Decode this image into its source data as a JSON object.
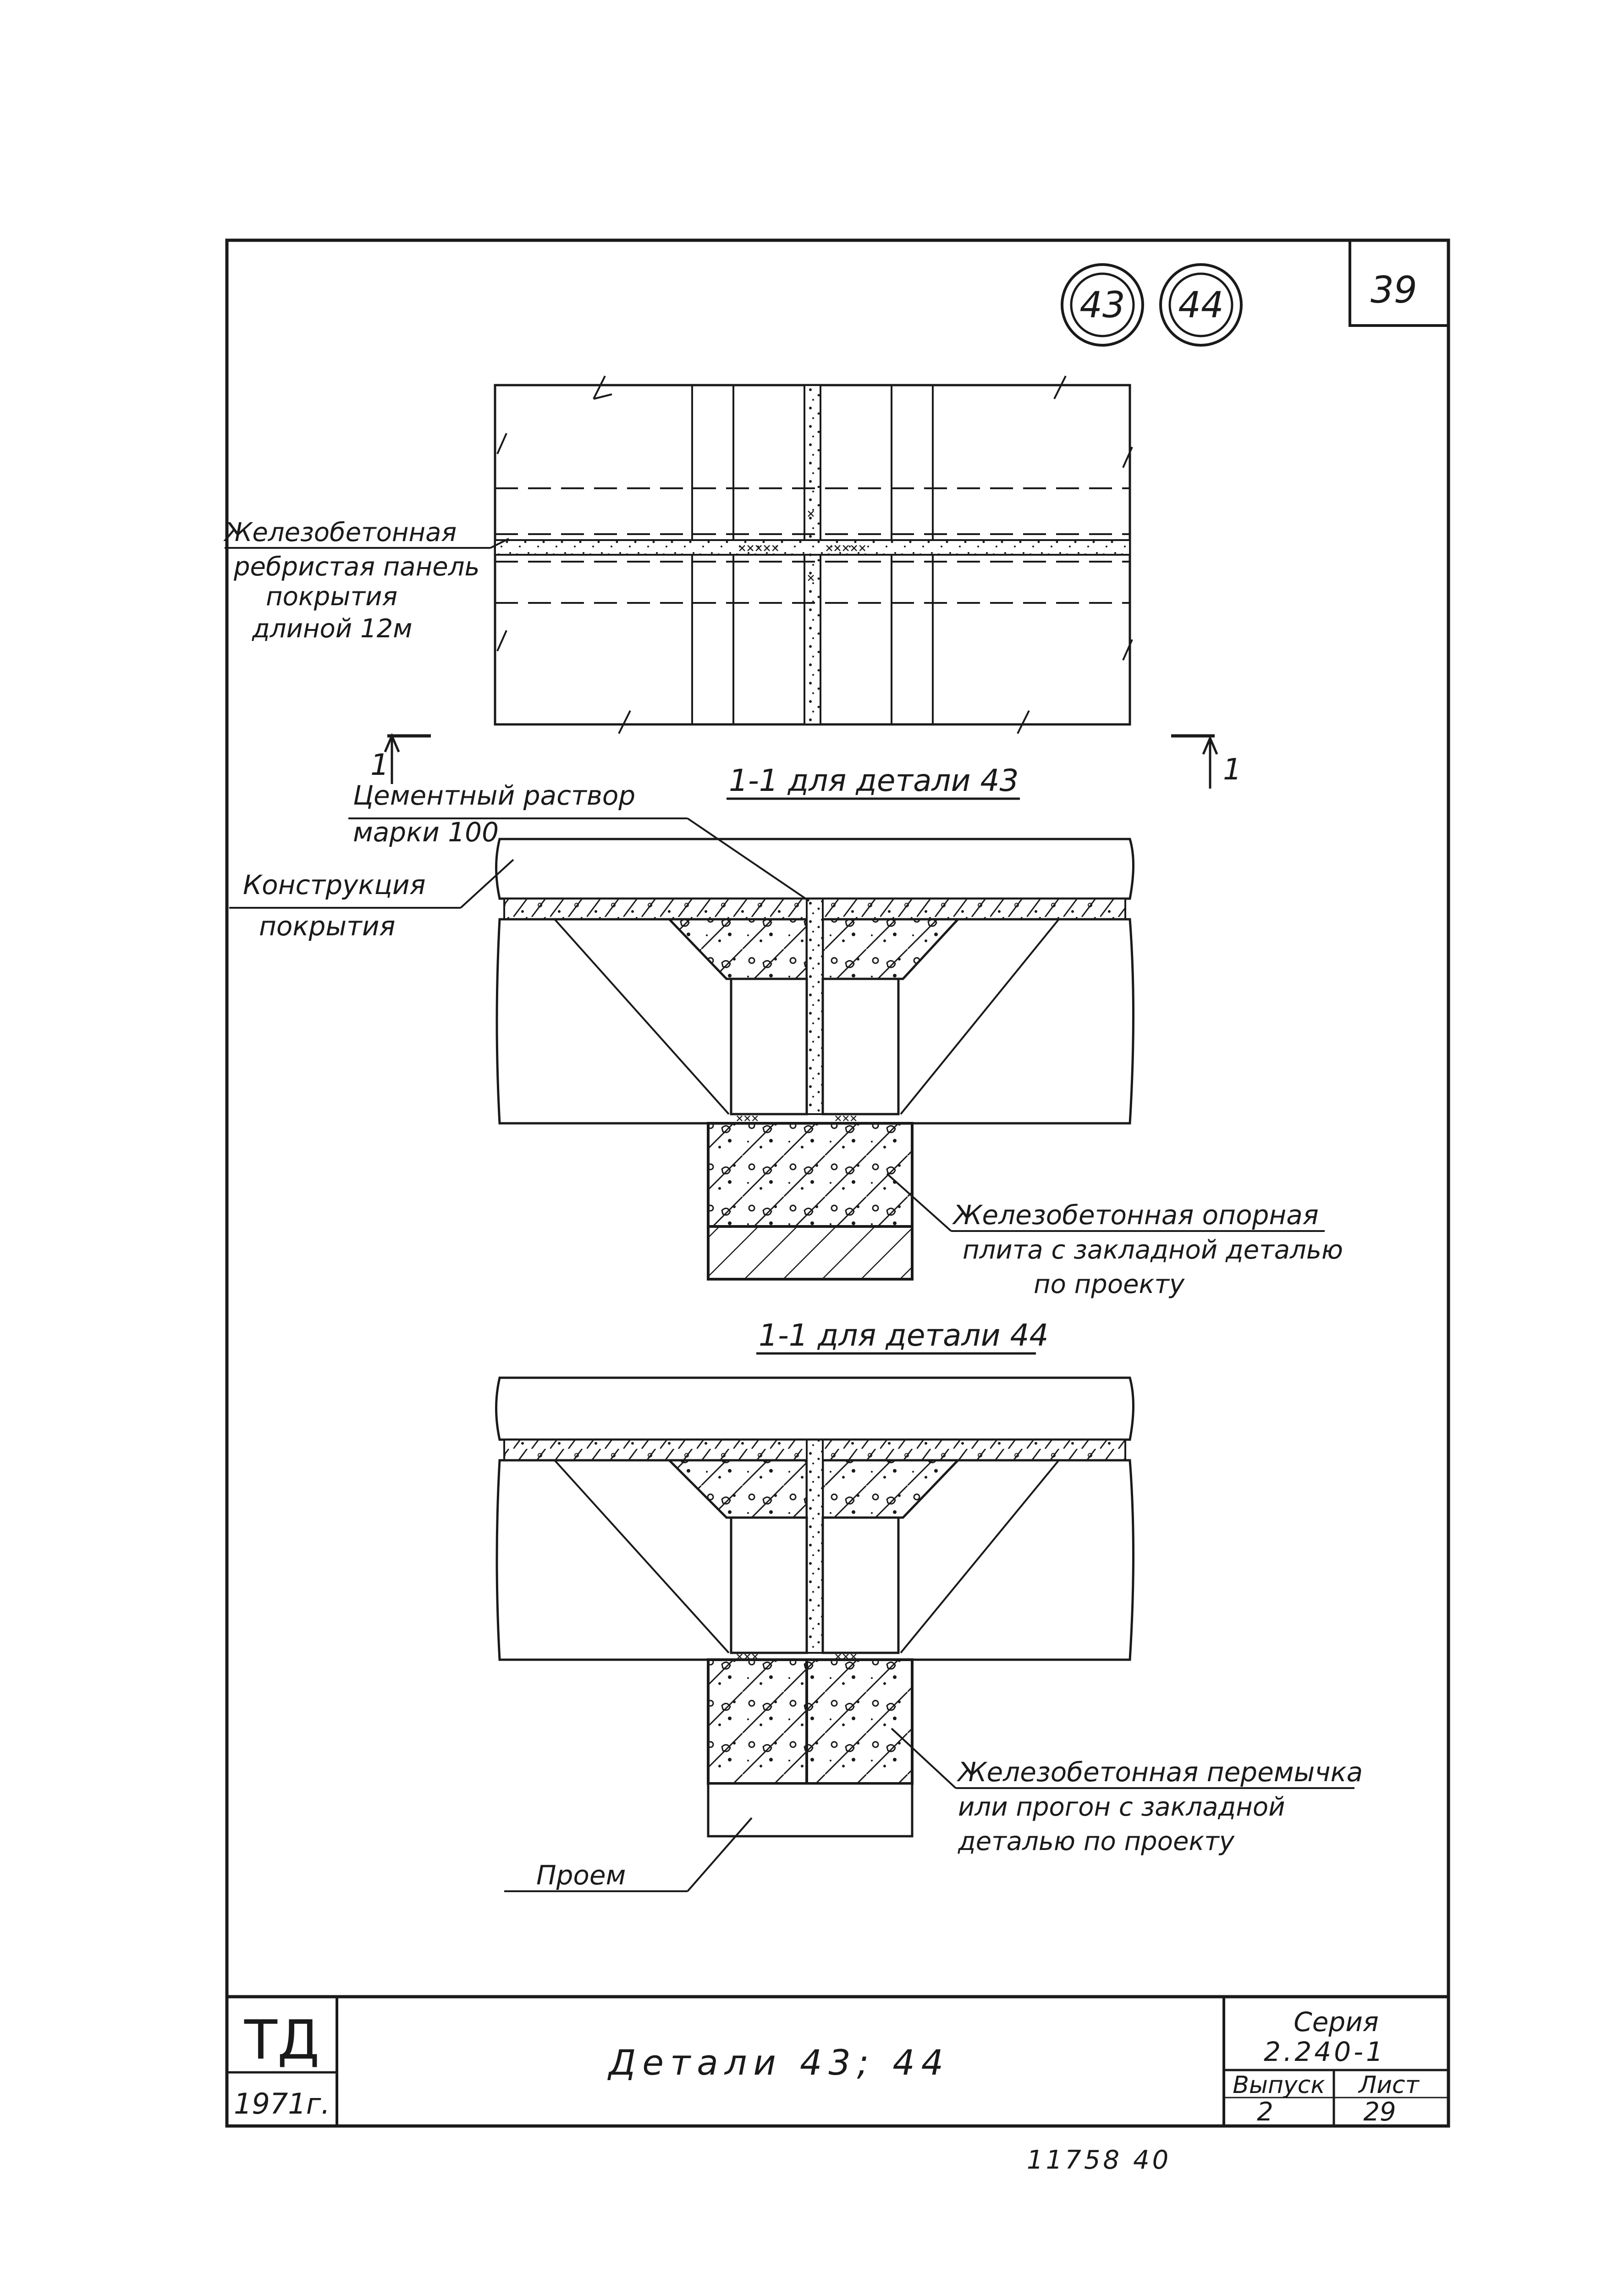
{
  "sheet": {
    "corner_number": "39",
    "detail_markers": [
      "43",
      "44"
    ]
  },
  "plan": {
    "panel_label": [
      "Железобетонная",
      "ребристая панель",
      "покрытия",
      "длиной 12м"
    ],
    "section_mark_left": "1",
    "section_mark_right": "1"
  },
  "section_43": {
    "title": "1-1 для детали 43",
    "mortar_label": [
      "Цементный раствор",
      "марки 100"
    ],
    "roof_label": [
      "Конструкция",
      "покрытия"
    ],
    "support_label": [
      "Железобетонная опорная",
      "плита с закладной деталью",
      "по проекту"
    ]
  },
  "section_44": {
    "title": "1-1 для детали 44",
    "lintel_label": [
      "Железобетонная перемычка",
      "или прогон с закладной",
      "деталью по проекту"
    ],
    "opening_label": "Проем"
  },
  "title_block": {
    "org": "ТД",
    "year": "1971г.",
    "title": "Детали 43; 44",
    "series_label": "Серия",
    "series_value": "2.240-1",
    "issue_label": "Выпуск",
    "issue_value": "2",
    "sheet_label": "Лист",
    "sheet_value": "29"
  },
  "footer": {
    "code": "11758 40"
  }
}
